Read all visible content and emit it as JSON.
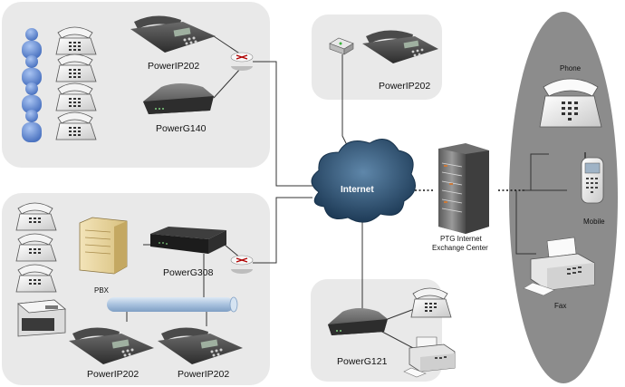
{
  "labels": {
    "top_phone": "PowerIP202",
    "top_gateway": "PowerG140",
    "upper_right_phone": "PowerIP202",
    "internet": "Internet",
    "pbx": "PBX",
    "gateway_g308": "PowerG308",
    "bottom_phone_left": "PowerIP202",
    "bottom_phone_right": "PowerIP202",
    "gateway_g121": "PowerG121",
    "exchange_line1": "PTG Internet",
    "exchange_line2": "Exchange Center",
    "phone": "Phone",
    "mobile": "Mobile",
    "fax": "Fax"
  },
  "colors": {
    "panel_fill": "#e9e9e9",
    "ellipse_fill": "#8c8c8c",
    "cloud_fill": "#2f4f6b",
    "lan_bus": "#b9cde3",
    "user_figure": "#6f95d8"
  },
  "icons": [
    "user-icon",
    "phone-icon",
    "router-icon",
    "gateway-icon",
    "pbx-server-icon",
    "server-rack-icon",
    "mobile-phone-icon",
    "fax-machine-icon",
    "printer-icon"
  ]
}
